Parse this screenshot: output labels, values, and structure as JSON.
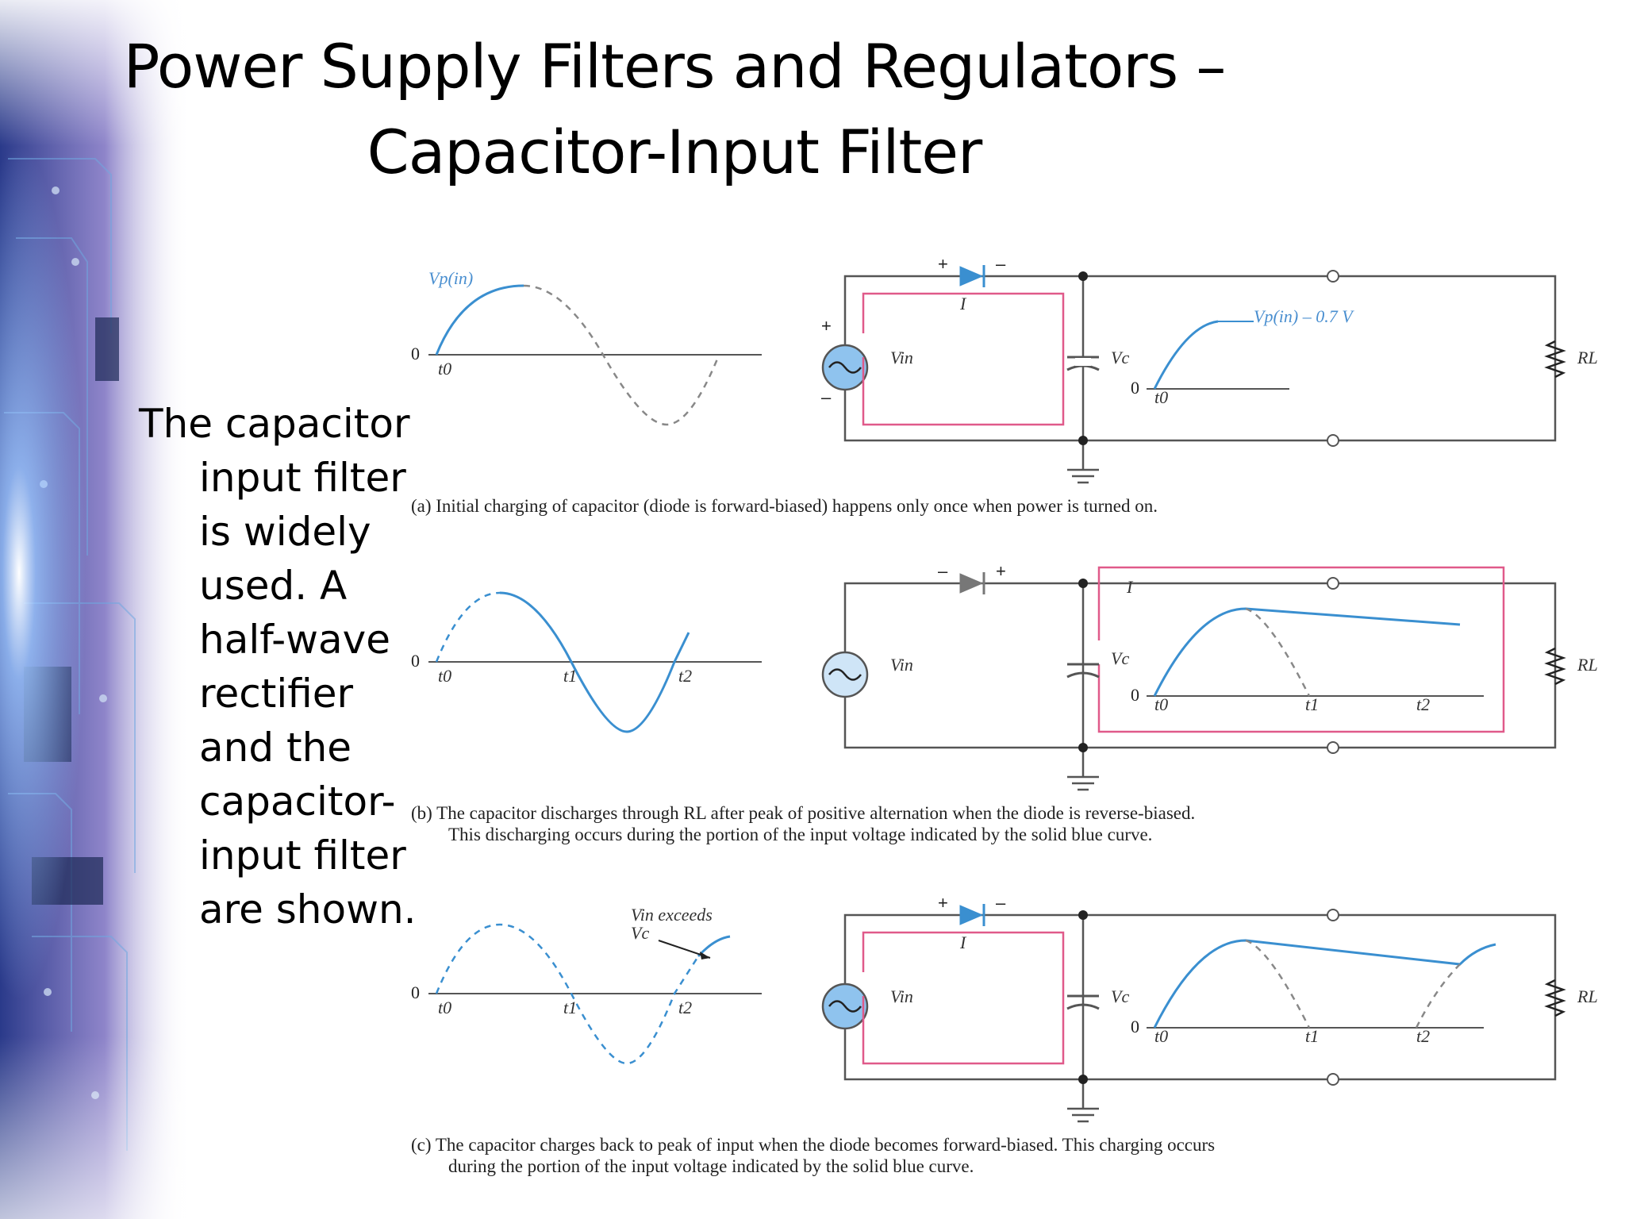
{
  "slide": {
    "title_line1": "Power Supply Filters and Regulators –",
    "title_line2": "Capacitor-Input Filter",
    "body": "The capacitor input filter is widely used. A half-wave rectifier and the capacitor-input filter are shown."
  },
  "colors": {
    "wave": "#3a8fd0",
    "current_loop": "#e05a8a",
    "circuit": "#555555",
    "dashed": "#888888"
  },
  "panels": [
    {
      "id": "a",
      "caption": "(a) Initial charging of capacitor (diode is forward-biased) happens only once when power is turned on.",
      "input_label": "Vp(in)",
      "output_label": "Vp(in) – 0.7 V",
      "diode_signs": [
        "+",
        "–"
      ],
      "current_label": "I",
      "times": [
        "t0"
      ]
    },
    {
      "id": "b",
      "caption_line1": "(b) The capacitor discharges through RL after peak of positive alternation when the diode is reverse-biased.",
      "caption_line2": "This discharging occurs during the portion of the input voltage indicated by the solid blue curve.",
      "diode_signs": [
        "–",
        "+"
      ],
      "current_label": "I",
      "times": [
        "t0",
        "t1",
        "t2"
      ]
    },
    {
      "id": "c",
      "caption_line1": "(c) The capacitor charges back to peak of input when the diode becomes forward-biased. This charging occurs",
      "caption_line2": "during the portion of the input voltage indicated by the solid blue curve.",
      "annotation_line1": "Vin exceeds",
      "annotation_line2": "Vc",
      "diode_signs": [
        "+",
        "–"
      ],
      "current_label": "I",
      "times": [
        "t0",
        "t1",
        "t2"
      ]
    }
  ],
  "labels": {
    "zero": "0",
    "vin": "Vin",
    "vc": "Vc",
    "rl": "RL",
    "plus": "+",
    "minus": "–"
  }
}
